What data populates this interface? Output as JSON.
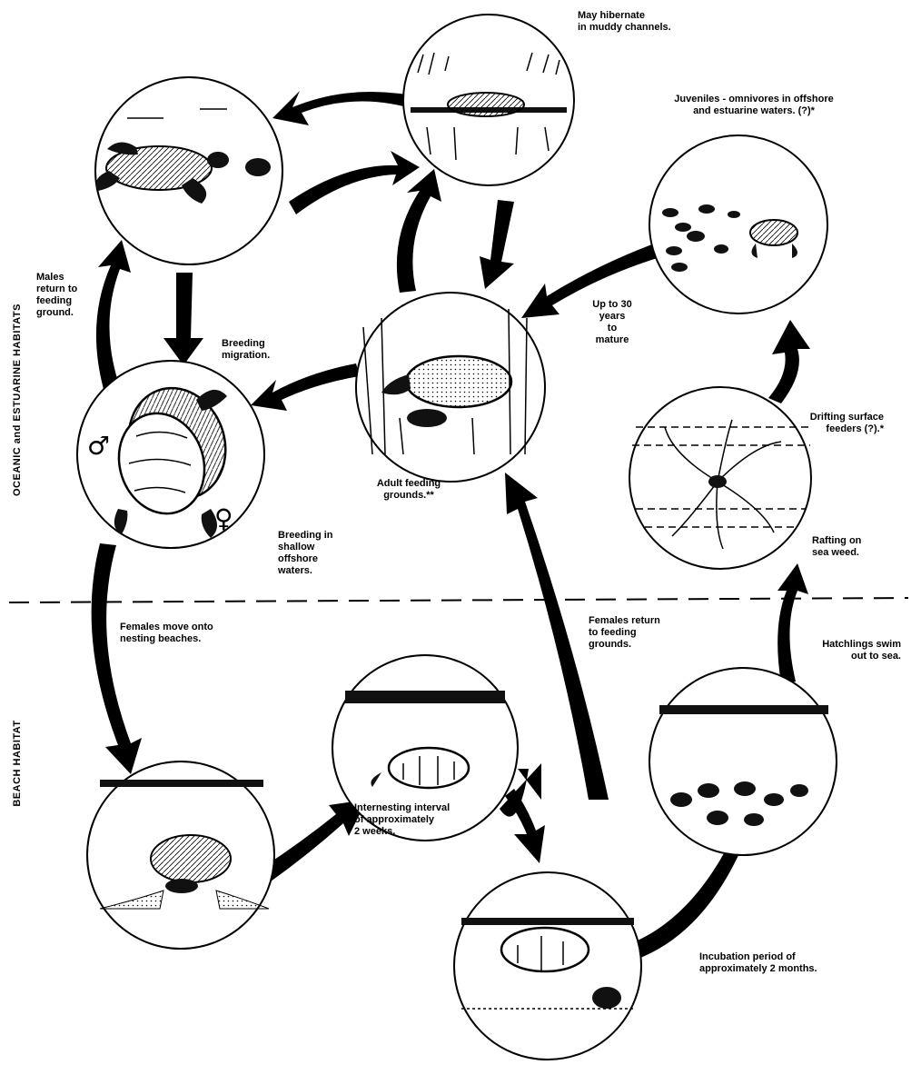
{
  "habitats": {
    "oceanic": "OCEANIC and ESTUARINE HABITATS",
    "beach": "BEACH HABITAT"
  },
  "labels": {
    "hibernate": [
      "May hibernate",
      "in muddy channels."
    ],
    "juveniles": [
      "Juveniles - omnivores in offshore",
      "and estuarine waters. (?)*"
    ],
    "males_return": [
      "Males",
      "return to",
      "feeding",
      "ground."
    ],
    "breeding_migration": [
      "Breeding",
      "migration."
    ],
    "up_to_30": [
      "Up to 30",
      "years",
      "to",
      "mature"
    ],
    "adult_feeding": [
      "Adult feeding",
      "grounds.**"
    ],
    "drifting": [
      "Drifting surface",
      "feeders (?).*"
    ],
    "breeding_shallow": [
      "Breeding in",
      "shallow",
      "offshore",
      "waters."
    ],
    "rafting": [
      "Rafting on",
      "sea weed."
    ],
    "females_move": [
      "Females move onto",
      "nesting beaches."
    ],
    "females_return": [
      "Females return",
      "to feeding",
      "grounds."
    ],
    "hatchlings": [
      "Hatchlings swim",
      "out to sea."
    ],
    "internesting": [
      "Internesting interval",
      "of approximately",
      "2 weeks."
    ],
    "incubation": [
      "Incubation period of",
      "approximately 2 months."
    ]
  },
  "symbols": {
    "male": "♂",
    "female": "♀"
  },
  "icons": {
    "stages": [
      "swimming-turtle-icon",
      "hibernating-turtle-icon",
      "juvenile-turtle-fish-icon",
      "feeding-turtle-icon",
      "mating-turtles-icon",
      "seaweed-raft-icon",
      "nesting-turtle-icon",
      "egg-laying-turtle-icon",
      "hatchlings-icon",
      "returning-turtle-icon"
    ]
  }
}
